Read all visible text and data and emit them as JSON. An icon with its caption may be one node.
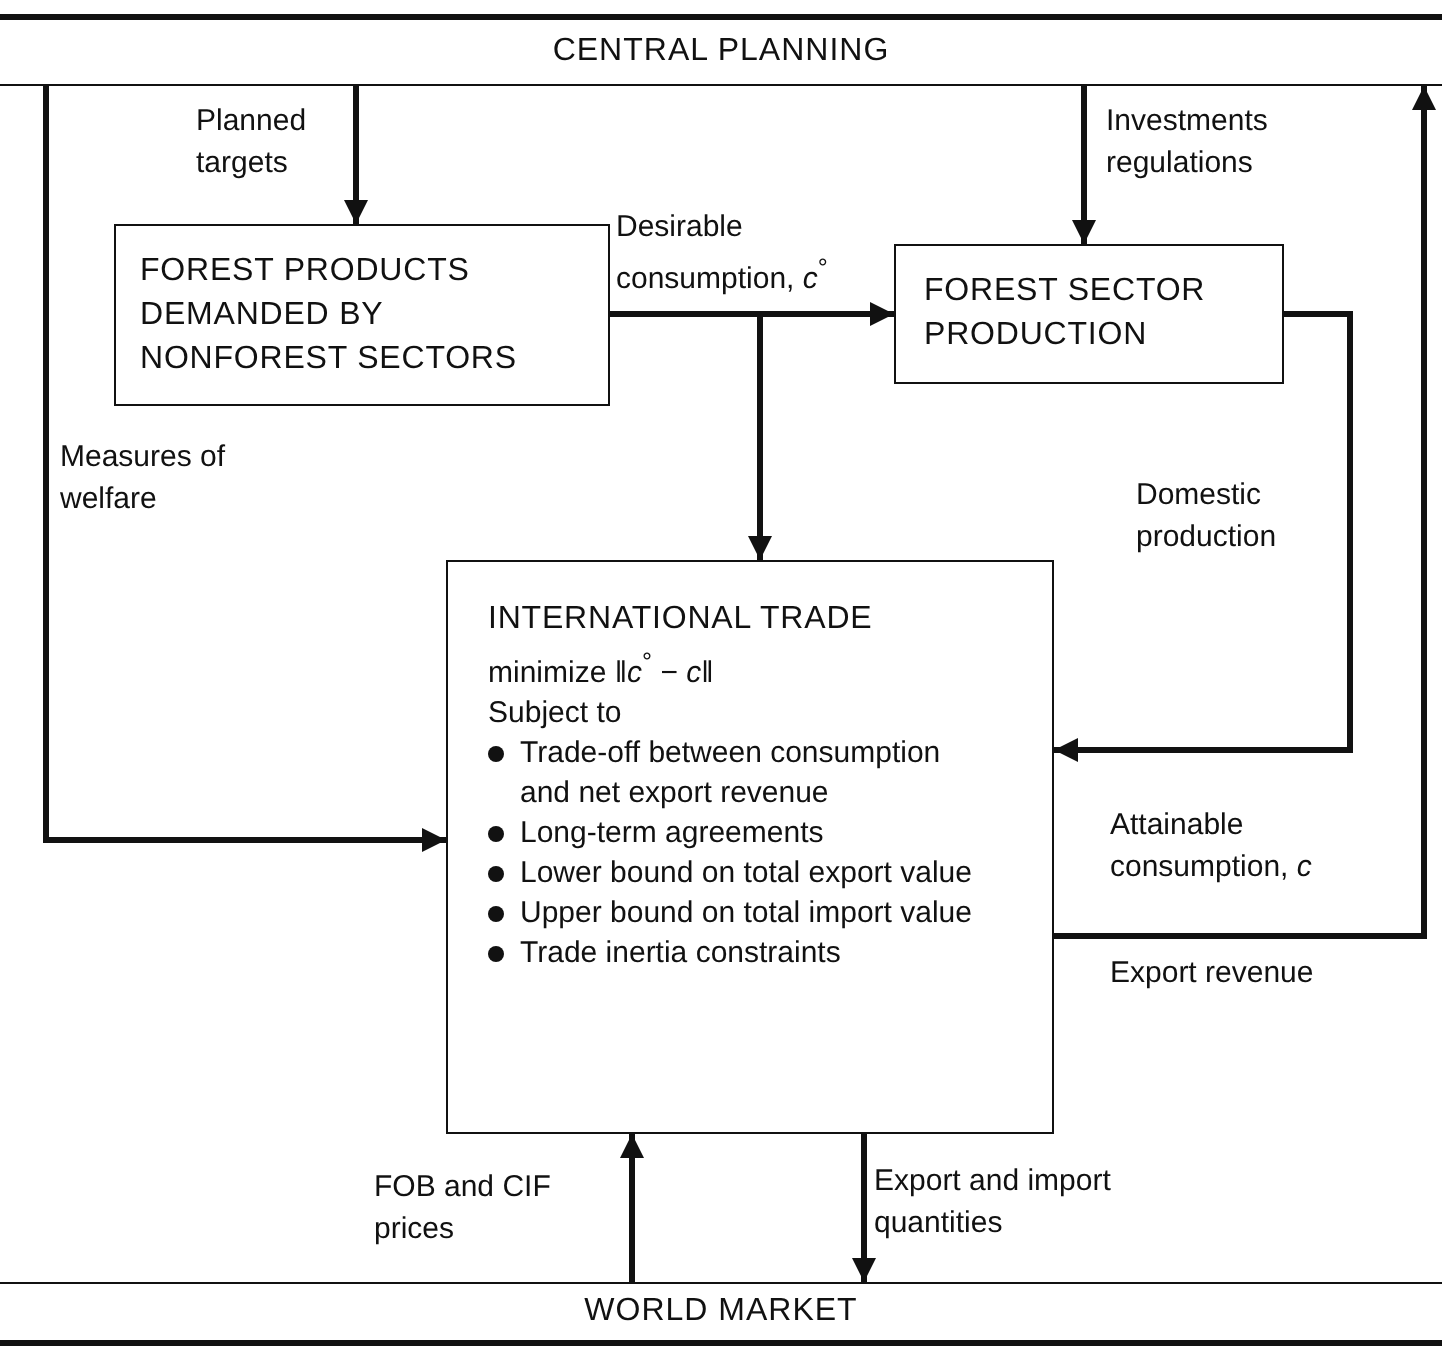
{
  "diagram": {
    "nodes": [
      {
        "text": [
          "CENTRAL PLANNING"
        ]
      },
      {
        "text": [
          "FOREST PRODUCTS DEMANDED BY NONFOREST SECTORS"
        ]
      },
      {
        "text": [
          "FOREST SECTOR PRODUCTION"
        ]
      },
      {
        "text": [
          "INTERNATIONAL TRADE",
          "minimize ‖*c*$^{°}$ − *c*‖",
          "Subject to",
          "Trade-off between consumption and net export revenue",
          "Long-term agreements",
          "Lower bound on total export value",
          "Upper bound on total import value",
          "Trade inertia constraints"
        ]
      },
      {
        "text": [
          "WORLD MARKET"
        ]
      }
    ],
    "edges": [
      {
        "from": 0,
        "to": 1,
        "arrow": "to",
        "label": "Planned targets"
      },
      {
        "from": 0,
        "to": 2,
        "arrow": "to",
        "label": "Investments regulations"
      },
      {
        "from": 1,
        "to": 2,
        "arrow": "to",
        "label": "Desirable consumption, *c*$^{°}$"
      },
      {
        "from": 1,
        "to": 3,
        "arrow": "to"
      },
      {
        "from": 0,
        "to": 3,
        "arrow": "to",
        "label": "Measures of welfare"
      },
      {
        "from": 2,
        "to": 3,
        "arrow": "to",
        "label": "Domestic production"
      },
      {
        "from": 3,
        "to": 0,
        "arrow": "to",
        "label": "Attainable consumption, *c*"
      },
      {
        "from": 4,
        "to": 3,
        "arrow": "to",
        "label": "FOB and CIF prices"
      },
      {
        "from": 3,
        "to": 4,
        "arrow": "to",
        "label": "Export and import quantities"
      }
    ],
    "labels": [
      "Export revenue"
    ]
  }
}
